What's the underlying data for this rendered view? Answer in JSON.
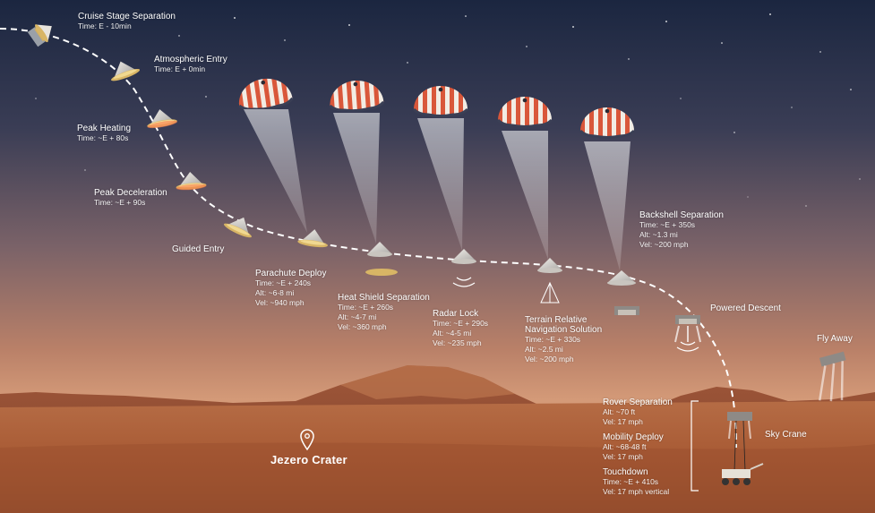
{
  "stages": [
    {
      "id": "cruise",
      "title": "Cruise Stage Separation",
      "lines": [
        "Time: E - 10min"
      ]
    },
    {
      "id": "entry",
      "title": "Atmospheric Entry",
      "lines": [
        "Time: E + 0min"
      ]
    },
    {
      "id": "heating",
      "title": "Peak Heating",
      "lines": [
        "Time: ~E + 80s"
      ]
    },
    {
      "id": "decel",
      "title": "Peak Deceleration",
      "lines": [
        "Time: ~E + 90s"
      ]
    },
    {
      "id": "guided",
      "title": "Guided Entry",
      "lines": []
    },
    {
      "id": "parachute",
      "title": "Parachute Deploy",
      "lines": [
        "Time: ~E + 240s",
        "Alt: ~6-8 mi",
        "Vel: ~940 mph"
      ]
    },
    {
      "id": "heatshield",
      "title": "Heat Shield Separation",
      "lines": [
        "Time: ~E + 260s",
        "Alt: ~4-7 mi",
        "Vel: ~360 mph"
      ]
    },
    {
      "id": "radar",
      "title": "Radar Lock",
      "lines": [
        "Time: ~E + 290s",
        "Alt: ~4-5 mi",
        "Vel: ~235 mph"
      ]
    },
    {
      "id": "trn",
      "title": "Terrain Relative\nNavigation Solution",
      "lines": [
        "Time: ~E + 330s",
        "Alt: ~2.5 mi",
        "Vel: ~200 mph"
      ]
    },
    {
      "id": "backshell",
      "title": "Backshell Separation",
      "lines": [
        "Time: ~E + 350s",
        "Alt: ~1.3 mi",
        "Vel: ~200 mph"
      ]
    },
    {
      "id": "powered",
      "title": "Powered Descent",
      "lines": []
    },
    {
      "id": "flyaway",
      "title": "Fly Away",
      "lines": []
    },
    {
      "id": "skycrane",
      "title": "Sky Crane",
      "lines": []
    },
    {
      "id": "roversep",
      "title": "Rover Separation",
      "lines": [
        "Alt: ~70 ft",
        "Vel: 17 mph"
      ]
    },
    {
      "id": "mobility",
      "title": "Mobility Deploy",
      "lines": [
        "Alt: ~68-48 ft",
        "Vel: 17 mph"
      ]
    },
    {
      "id": "touchdown",
      "title": "Touchdown",
      "lines": [
        "Time: ~E + 410s",
        "Vel: 17 mph vertical"
      ]
    }
  ],
  "location": {
    "name": "Jezero Crater",
    "icon": "map-pin-icon"
  },
  "colors": {
    "sky_top": "#1c2740",
    "sky_mid": "#5a5064",
    "horizon": "#c98a68",
    "ground": "#b0623a",
    "trajectory": "#ffffff",
    "chute_red": "#d9573a",
    "chute_white": "#f2ece4"
  }
}
